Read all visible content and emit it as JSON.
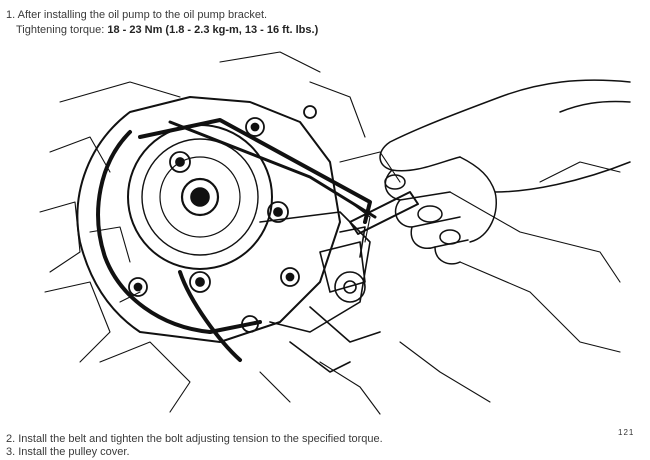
{
  "steps": [
    {
      "text": "1. After installing the oil pump to the oil pump bracket.",
      "torque_label": "Tightening torque: ",
      "torque_value": "18 - 23 Nm (1.8 - 2.3 kg-m, 13 - 16 ft. lbs.)"
    },
    {
      "text": "2. Install the belt and tighten the bolt adjusting tension to the specified torque."
    },
    {
      "text": "3. Install the pulley cover."
    }
  ],
  "figure_id": "121"
}
